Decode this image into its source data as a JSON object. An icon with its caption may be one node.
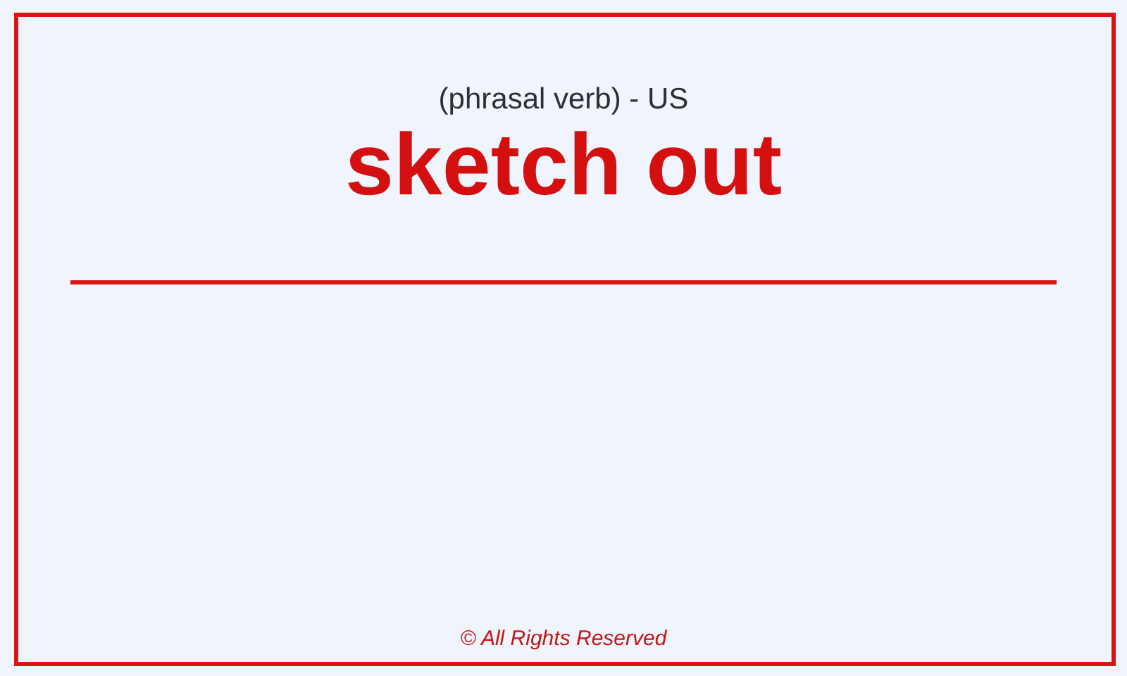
{
  "diagram": {
    "title": "sketch out",
    "labels": [
      "(phrasal verb) - US",
      "© All Rights Reserved"
    ]
  }
}
